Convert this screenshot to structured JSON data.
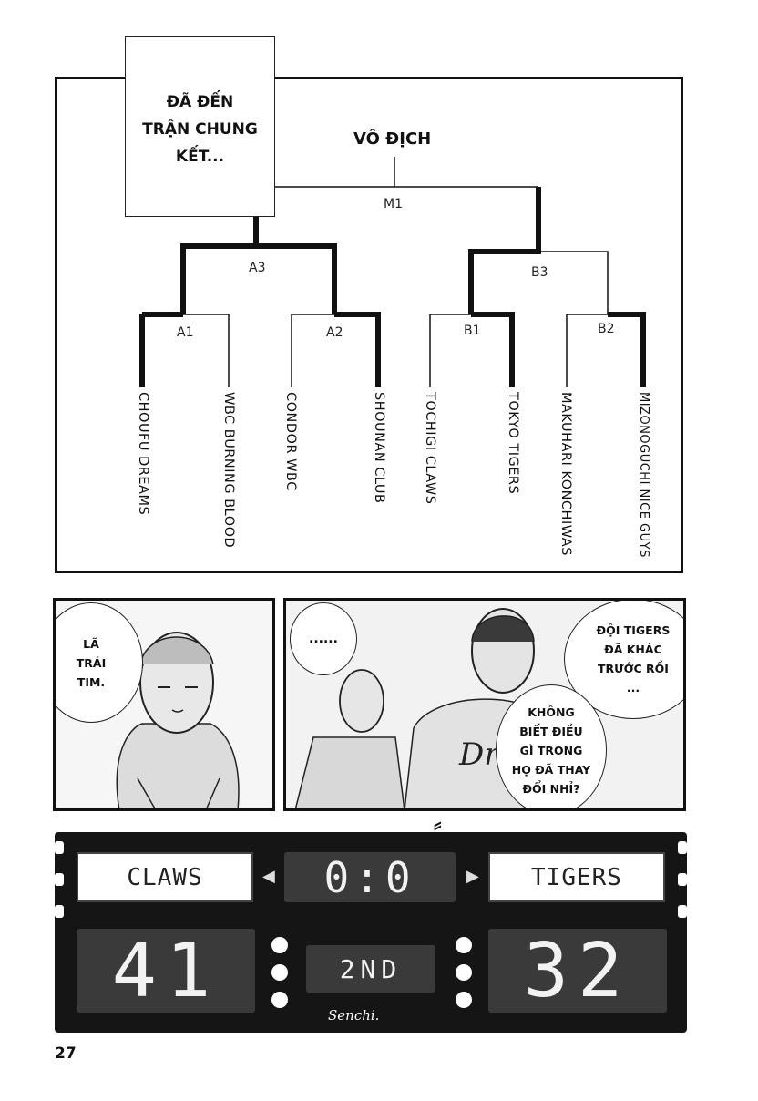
{
  "bracket": {
    "intro_text": "ĐÃ ĐẾN\nTRẬN CHUNG\nKẾT...",
    "champion_label": "VÔ ĐỊCH",
    "nodes": [
      "M1",
      "A3",
      "B3",
      "A1",
      "A2",
      "B1",
      "B2"
    ],
    "teams": [
      "CHOUFU DREAMS",
      "WBC BURNING BLOOD",
      "CONDOR WBC",
      "SHOUNAN CLUB",
      "TOCHIGI CLAWS",
      "TOKYO TIGERS",
      "MAKUHARI KONCHIWAS",
      "MIZONOGUCHI NICE GUYS"
    ]
  },
  "panels": {
    "left_bubble": "LÃ\nTRÁI\nTIM.",
    "right_bubble_small": "......",
    "right_bubble_1": "ĐỘI TIGERS\nĐÃ KHÁC\nTRƯỚC RỒI\n...",
    "right_bubble_2": "KHÔNG\nBIẾT ĐIỀU\nGÌ TRONG\nHỌ ĐÃ THAY\nĐỔI NHỈ?",
    "jersey_text": "Dream"
  },
  "scoreboard": {
    "team_left": "CLAWS",
    "team_right": "TIGERS",
    "clock": "0:0",
    "score_left": "41",
    "score_right": "32",
    "period": "2ND",
    "brand": "Senchi.",
    "left_arrow": "◀",
    "right_arrow": "▶"
  },
  "page_number": "27",
  "colors": {
    "ink": "#111111",
    "scoreboard": "#151515",
    "digit_bg": "#3a3a3a"
  }
}
